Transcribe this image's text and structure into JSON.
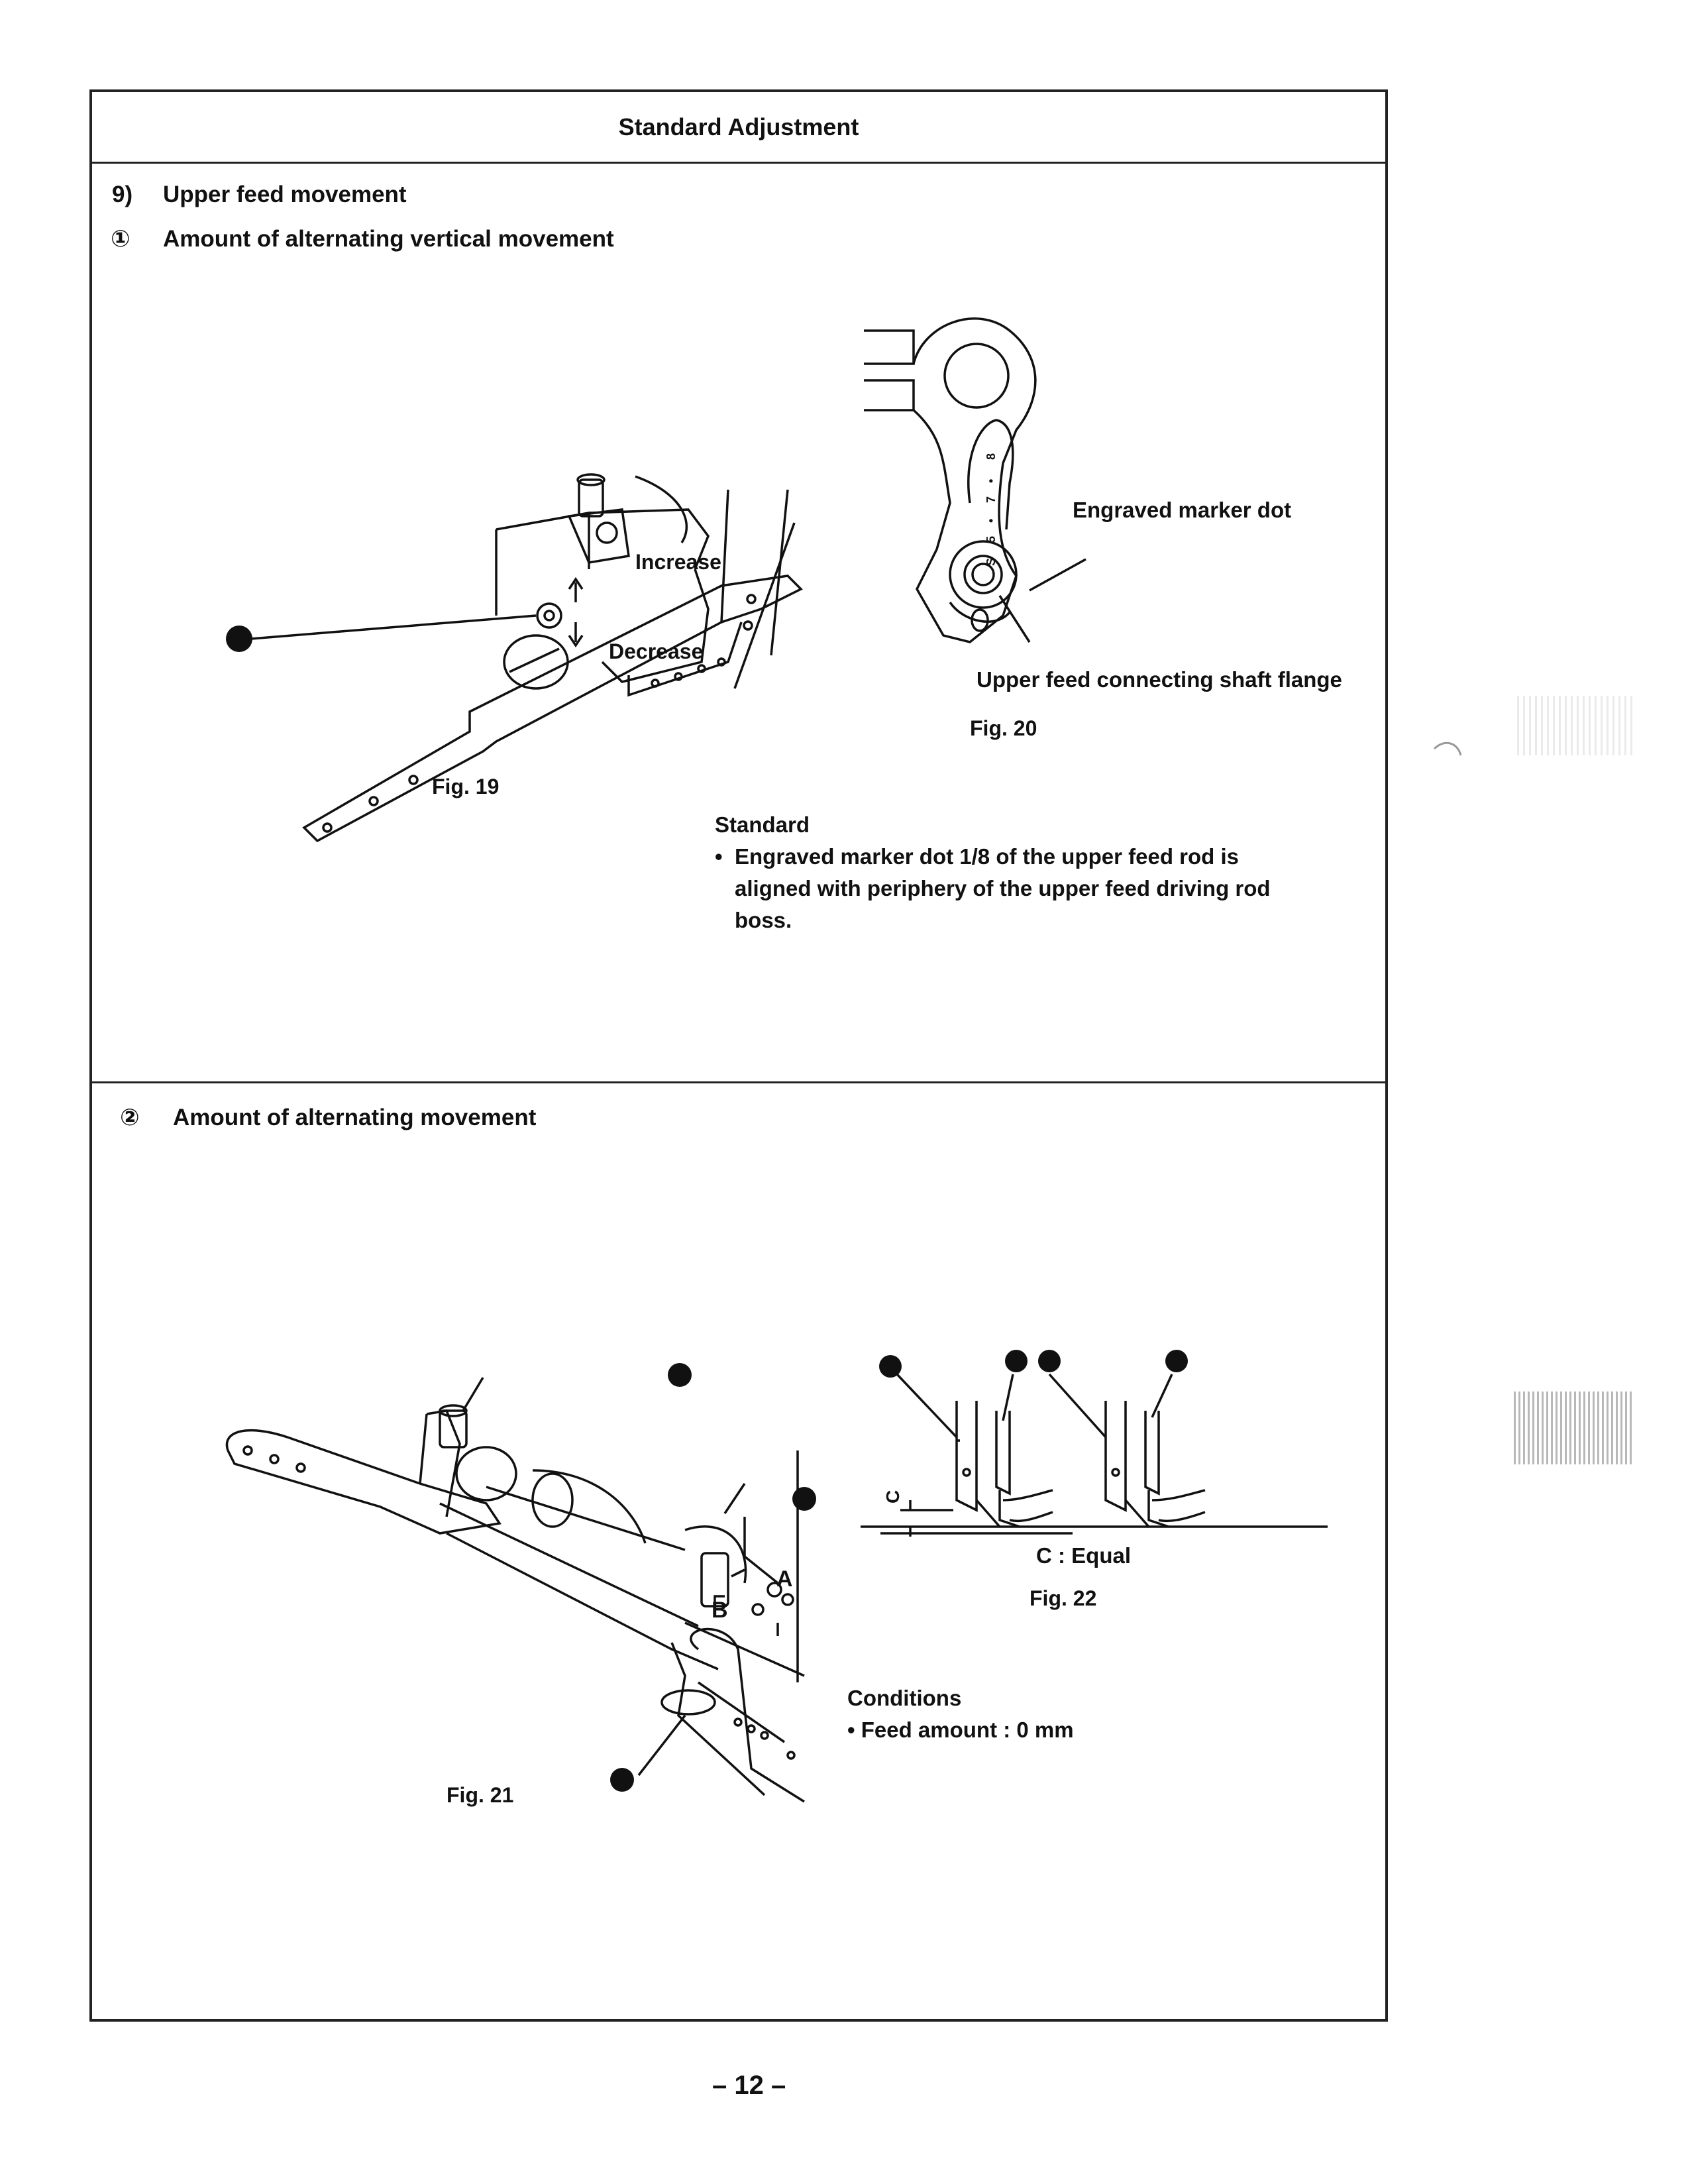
{
  "header": {
    "title": "Standard Adjustment"
  },
  "section1": {
    "number": "9)",
    "title": "Upper feed movement",
    "sub_marker": "①",
    "sub_title": "Amount of alternating vertical movement",
    "fig19": {
      "caption": "Fig. 19",
      "increase_label": "Increase",
      "decrease_label": "Decrease"
    },
    "fig20": {
      "caption": "Fig. 20",
      "marker_dot_label": "Engraved marker dot",
      "flange_label": "Upper feed connecting shaft flange"
    },
    "standard": {
      "heading": "Standard",
      "bullet": "•",
      "lines": [
        "Engraved marker dot 1/8 of the upper feed rod is",
        "aligned with periphery of the upper feed driving rod",
        "boss."
      ]
    }
  },
  "section2": {
    "sub_marker": "②",
    "sub_title": "Amount of alternating movement",
    "fig21": {
      "caption": "Fig. 21",
      "label_a": "A",
      "label_b": "B"
    },
    "fig22": {
      "caption": "Fig. 22",
      "c_label": "C",
      "equal_label": "C : Equal"
    },
    "conditions": {
      "heading": "Conditions",
      "line": "• Feed amount : 0 mm"
    }
  },
  "footer": {
    "page_number": "– 12 –"
  }
}
